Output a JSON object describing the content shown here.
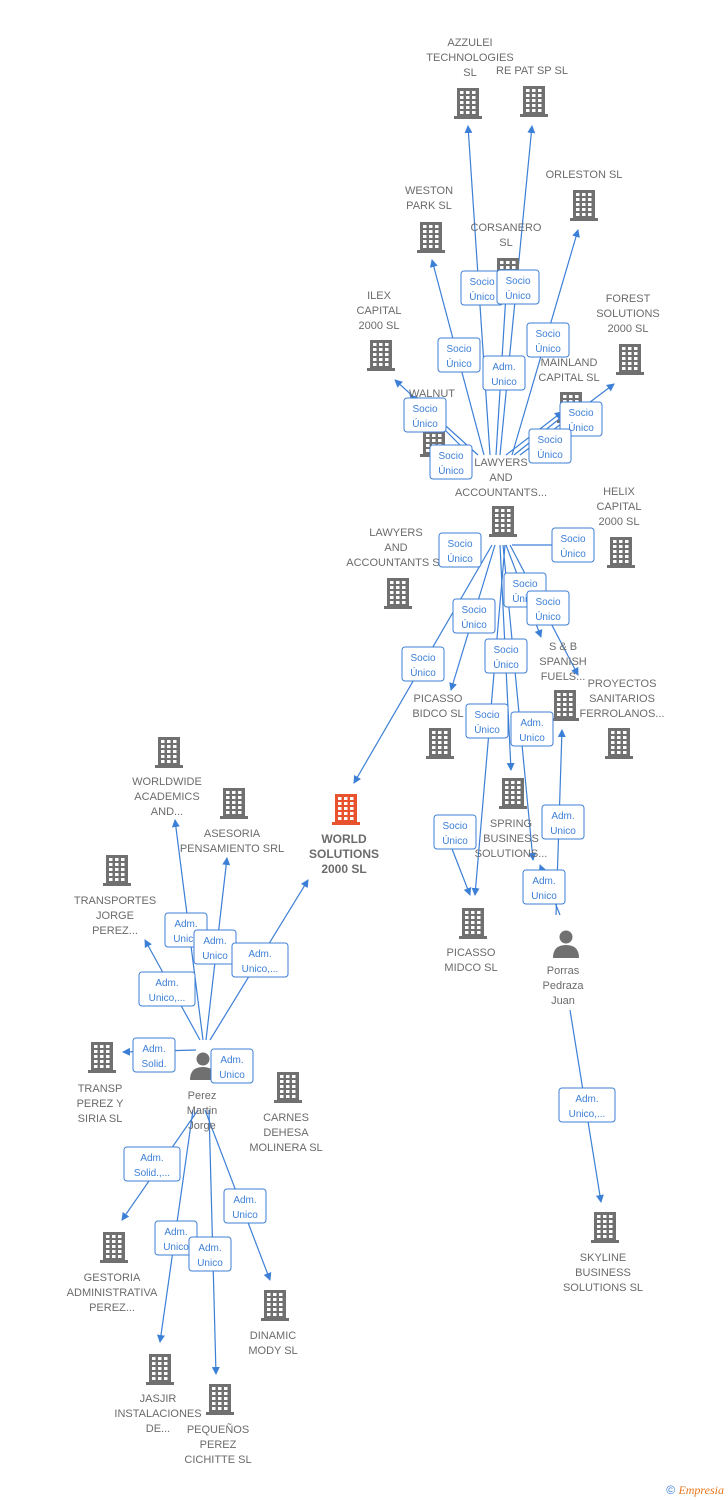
{
  "colors": {
    "edge": "#3c7fd6",
    "building": "#707070",
    "building_main": "#e8532d",
    "person": "#707070",
    "label": "#6b6b6b"
  },
  "nodes": [
    {
      "id": "azzulei",
      "kind": "company",
      "lines": [
        "AZZULEI",
        "TECHNOLOGIES",
        "SL"
      ]
    },
    {
      "id": "repat",
      "kind": "company",
      "lines": [
        "RE PAT SP  SL"
      ]
    },
    {
      "id": "orleston",
      "kind": "company",
      "lines": [
        "ORLESTON  SL"
      ]
    },
    {
      "id": "weston",
      "kind": "company",
      "lines": [
        "WESTON",
        "PARK  SL"
      ]
    },
    {
      "id": "corsanero",
      "kind": "company",
      "lines": [
        "CORSANERO",
        "SL"
      ]
    },
    {
      "id": "ilex",
      "kind": "company",
      "lines": [
        "ILEX",
        "CAPITAL",
        "2000  SL"
      ]
    },
    {
      "id": "forest",
      "kind": "company",
      "lines": [
        "FOREST",
        "SOLUTIONS",
        "2000  SL"
      ]
    },
    {
      "id": "mainland",
      "kind": "company",
      "lines": [
        "MAINLAND",
        "CAPITAL  SL"
      ]
    },
    {
      "id": "walnut",
      "kind": "company",
      "lines": [
        "WALNUT",
        "SL"
      ]
    },
    {
      "id": "lawyers1",
      "kind": "company",
      "lines": [
        "LAWYERS",
        "AND",
        "ACCOUNTANTS..."
      ]
    },
    {
      "id": "helix",
      "kind": "company",
      "lines": [
        "HELIX",
        "CAPITAL",
        "2000  SL"
      ]
    },
    {
      "id": "lawyers2",
      "kind": "company",
      "lines": [
        "LAWYERS",
        "AND",
        "ACCOUNTANTS  SL"
      ]
    },
    {
      "id": "sb",
      "kind": "company",
      "lines": [
        "S & B",
        "SPANISH",
        "FUELS..."
      ]
    },
    {
      "id": "proyectos",
      "kind": "company",
      "lines": [
        "PROYECTOS",
        "SANITARIOS",
        "FERROLANOS..."
      ]
    },
    {
      "id": "picassobidco",
      "kind": "company",
      "lines": [
        "PICASSO",
        "BIDCO  SL"
      ]
    },
    {
      "id": "spring",
      "kind": "company",
      "lines": [
        "SPRING",
        "BUSINESS",
        "SOLUTIONS..."
      ]
    },
    {
      "id": "picassomidco",
      "kind": "company",
      "lines": [
        "PICASSO",
        "MIDCO  SL"
      ]
    },
    {
      "id": "porras",
      "kind": "person",
      "lines": [
        "Porras",
        "Pedraza",
        "Juan"
      ]
    },
    {
      "id": "skyline",
      "kind": "company",
      "lines": [
        "SKYLINE",
        "BUSINESS",
        "SOLUTIONS  SL"
      ]
    },
    {
      "id": "world",
      "kind": "main",
      "lines": [
        "WORLD",
        "SOLUTIONS",
        "2000  SL"
      ]
    },
    {
      "id": "worldwide",
      "kind": "company",
      "lines": [
        "WORLDWIDE",
        "ACADEMICS",
        "AND..."
      ]
    },
    {
      "id": "asesoria",
      "kind": "company",
      "lines": [
        "ASESORIA",
        "PENSAMIENTO SRL"
      ]
    },
    {
      "id": "transportes",
      "kind": "company",
      "lines": [
        "TRANSPORTES",
        "JORGE",
        "PEREZ..."
      ]
    },
    {
      "id": "transp",
      "kind": "company",
      "lines": [
        "TRANSP",
        "PEREZ Y",
        "SIRIA  SL"
      ]
    },
    {
      "id": "perez",
      "kind": "person",
      "lines": [
        "Perez",
        "Martin",
        "Jorge"
      ]
    },
    {
      "id": "carnes",
      "kind": "company",
      "lines": [
        "CARNES",
        "DEHESA",
        "MOLINERA  SL"
      ]
    },
    {
      "id": "gestoria",
      "kind": "company",
      "lines": [
        "GESTORIA",
        "ADMINISTRATIVA",
        "PEREZ..."
      ]
    },
    {
      "id": "dinamic",
      "kind": "company",
      "lines": [
        "DINAMIC",
        "MODY  SL"
      ]
    },
    {
      "id": "jasjir",
      "kind": "company",
      "lines": [
        "JASJIR",
        "INSTALACIONES",
        "DE..."
      ]
    },
    {
      "id": "pequenos",
      "kind": "company",
      "lines": [
        "PEQUEÑOS",
        "PEREZ",
        "CICHITTE  SL"
      ]
    }
  ],
  "badges": [
    {
      "lines": [
        "Socio",
        "Único"
      ]
    },
    {
      "lines": [
        "Socio",
        "Único"
      ]
    },
    {
      "lines": [
        "Socio",
        "Único"
      ]
    },
    {
      "lines": [
        "Socio",
        "Único"
      ]
    },
    {
      "lines": [
        "Adm.",
        "Unico"
      ]
    },
    {
      "lines": [
        "Socio",
        "Único"
      ]
    },
    {
      "lines": [
        "Socio",
        "Único"
      ]
    },
    {
      "lines": [
        "Socio",
        "Único"
      ]
    },
    {
      "lines": [
        "Socio",
        "Único"
      ]
    },
    {
      "lines": [
        "Socio",
        "Único"
      ]
    },
    {
      "lines": [
        "Socio",
        "Único"
      ]
    },
    {
      "lines": [
        "Socio",
        "Único"
      ]
    },
    {
      "lines": [
        "Socio",
        "Único"
      ]
    },
    {
      "lines": [
        "Socio",
        "Único"
      ]
    },
    {
      "lines": [
        "Socio",
        "Único"
      ]
    },
    {
      "lines": [
        "Socio",
        "Único"
      ]
    },
    {
      "lines": [
        "Socio",
        "Único"
      ]
    },
    {
      "lines": [
        "Adm.",
        "Unico"
      ]
    },
    {
      "lines": [
        "Socio",
        "Único"
      ]
    },
    {
      "lines": [
        "Adm.",
        "Unico"
      ]
    },
    {
      "lines": [
        "Adm.",
        "Unico"
      ]
    },
    {
      "lines": [
        "Adm.",
        "Unico"
      ]
    },
    {
      "lines": [
        "Adm.",
        "Unico"
      ]
    },
    {
      "lines": [
        "Adm.",
        "Unico,..."
      ]
    },
    {
      "lines": [
        "Adm.",
        "Unico,..."
      ]
    },
    {
      "lines": [
        "Adm.",
        "Solid."
      ]
    },
    {
      "lines": [
        "Adm.",
        "Unico"
      ]
    },
    {
      "lines": [
        "Adm.",
        "Solid.,..."
      ]
    },
    {
      "lines": [
        "Adm.",
        "Unico"
      ]
    },
    {
      "lines": [
        "Adm.",
        "Unico"
      ]
    },
    {
      "lines": [
        "Adm.",
        "Unico"
      ]
    },
    {
      "lines": [
        "Adm.",
        "Unico,..."
      ]
    }
  ],
  "footer": {
    "symbol": "©",
    "brand": "Empresia"
  }
}
